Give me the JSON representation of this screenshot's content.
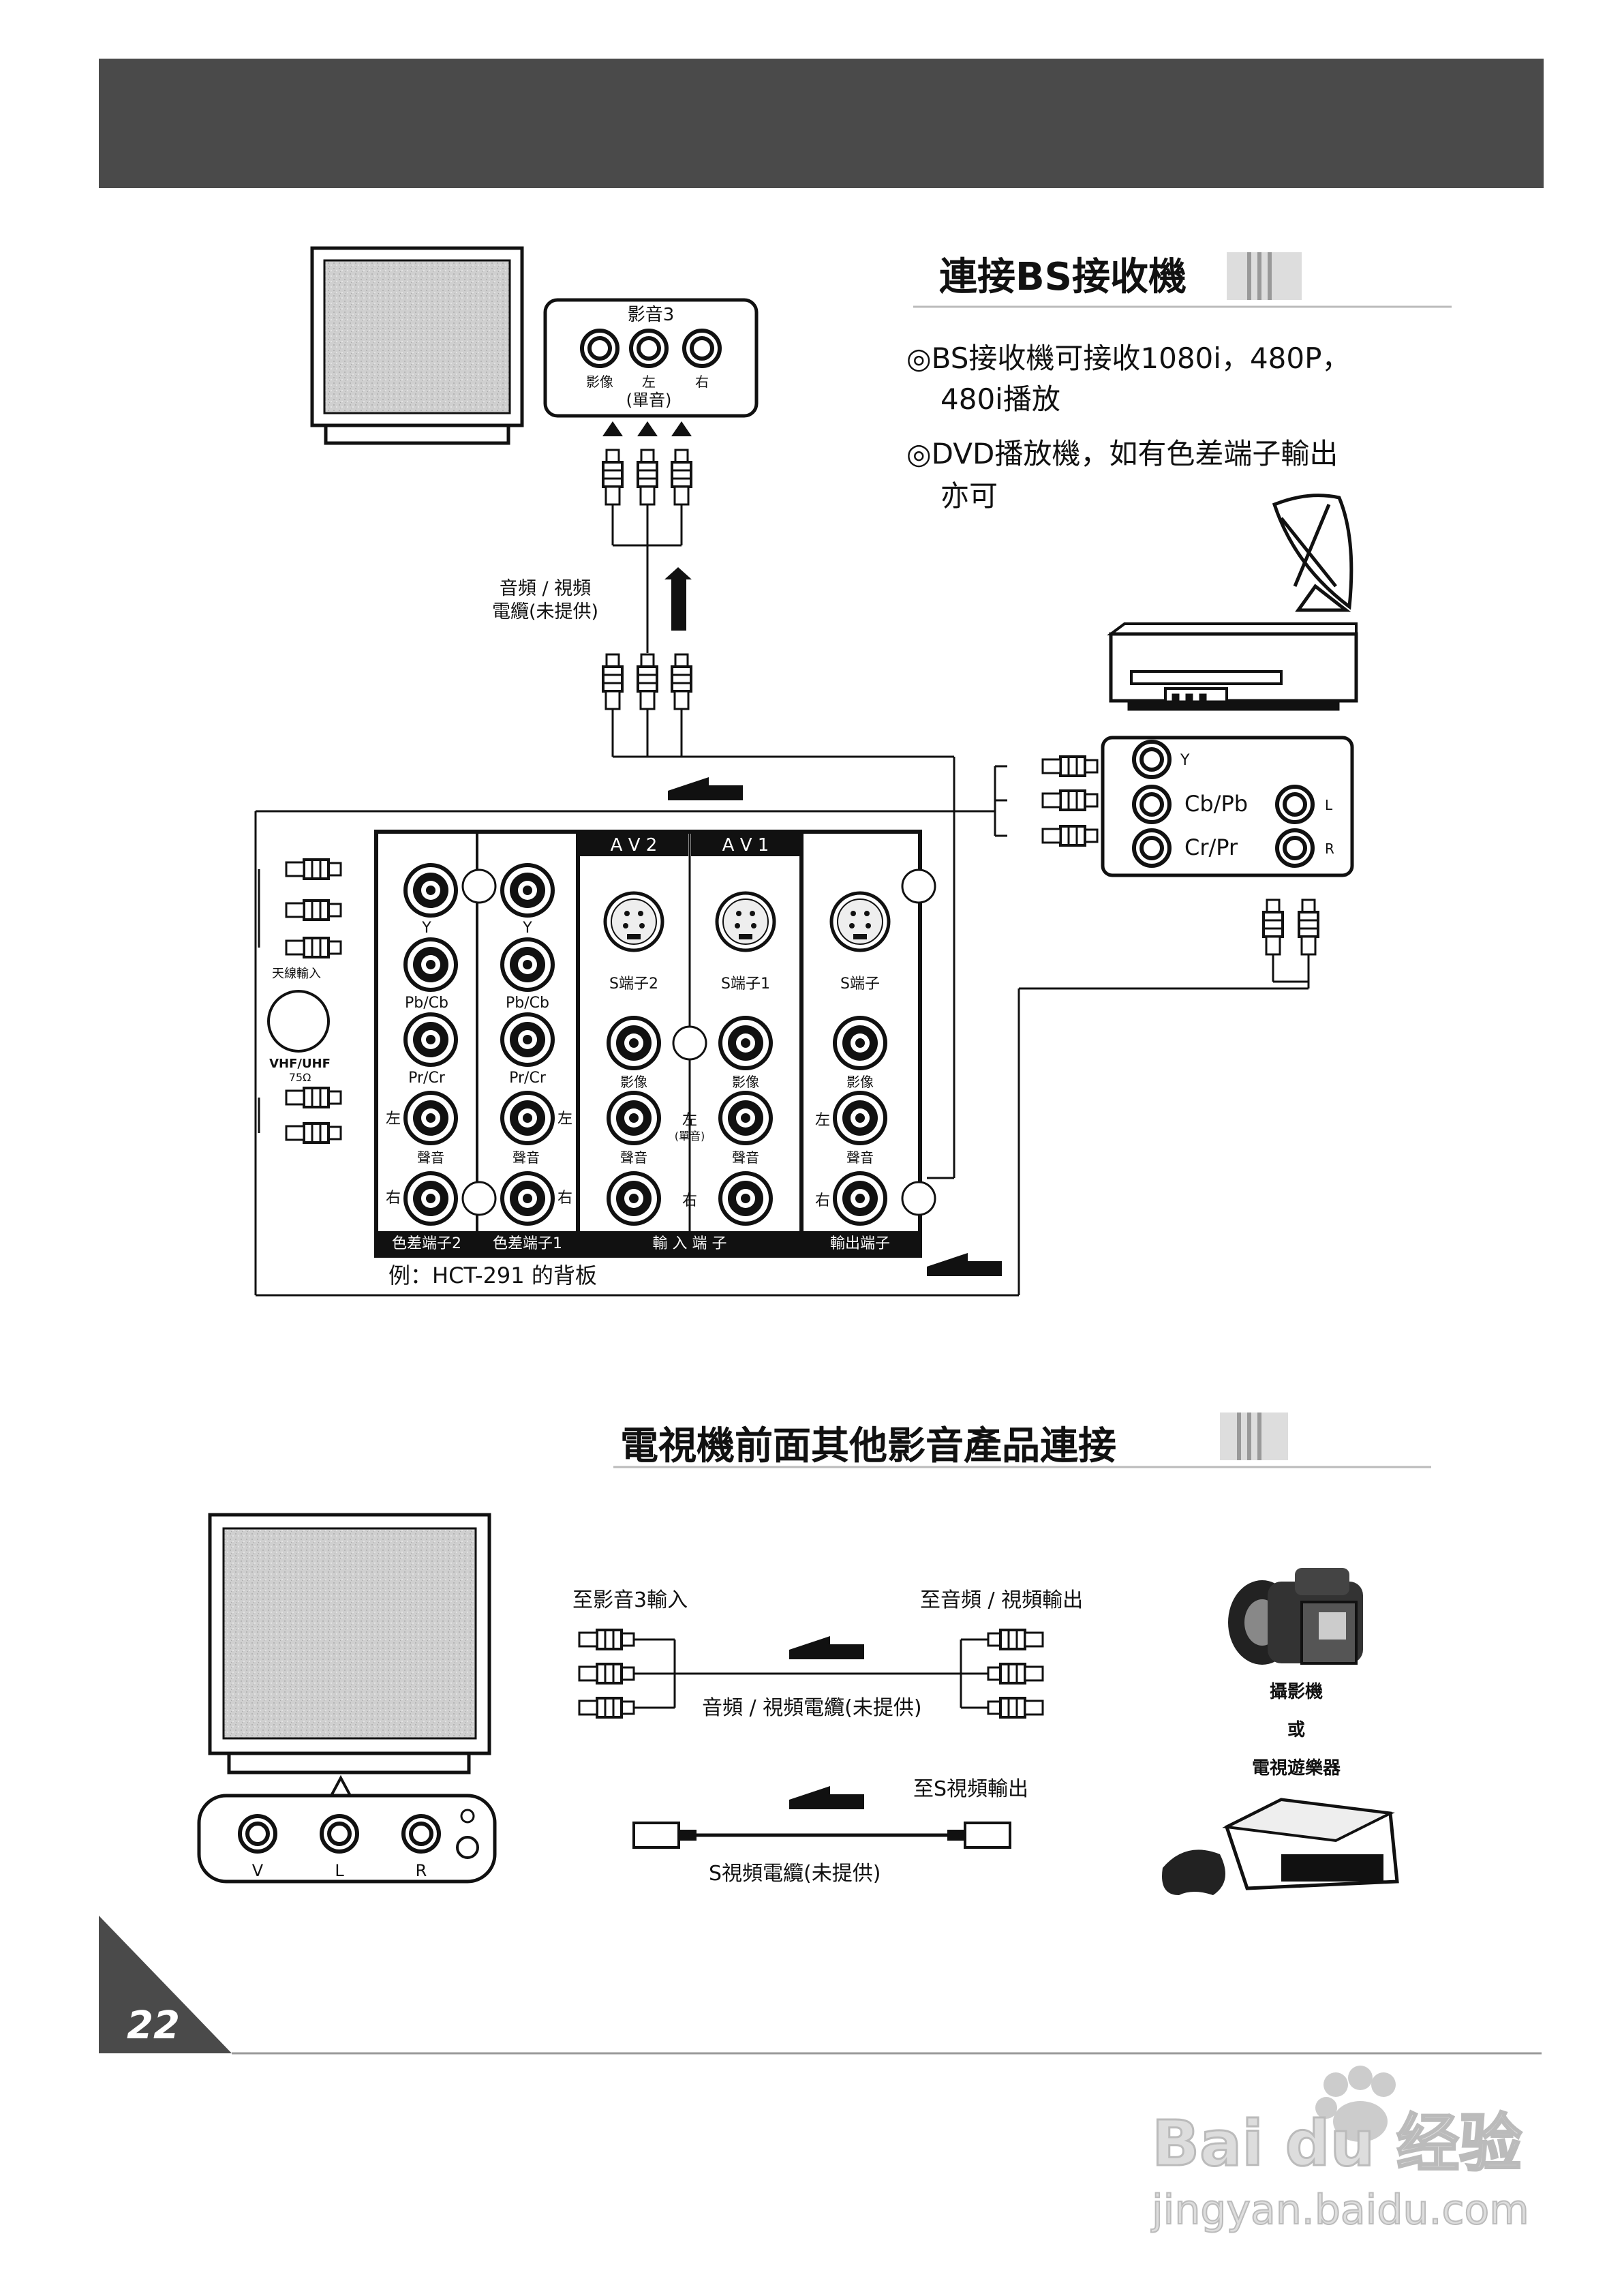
{
  "page": {
    "number": "22"
  },
  "section1": {
    "title": "連接BS接收機",
    "notes": [
      "◎BS接收機可接收1080i，480P，",
      "480i播放",
      "◎DVD播放機，如有色差端子輸出",
      "亦可"
    ],
    "tv_panel": {
      "title": "影音3",
      "jack_labels": [
        "影像",
        "左",
        "右"
      ],
      "mono_label": "(單音)"
    },
    "cable_label": [
      "音頻 / 視頻",
      "電纜(未提供)"
    ],
    "bs_receiver_jacks": {
      "y": "Y",
      "cb": "Cb/Pb",
      "cr": "Cr/Pr",
      "l": "L",
      "r": "R"
    },
    "antenna_label": "天線輸入",
    "vhf_label": [
      "VHF/UHF",
      "75Ω"
    ],
    "back_panel": {
      "av2": "A V 2",
      "av1": "A V 1",
      "y": "Y",
      "pb": "Pb/Cb",
      "pr": "Pr/Cr",
      "s_terminal_2": "S端子2",
      "s_terminal_1": "S端子1",
      "s_terminal": "S端子",
      "video": "影像",
      "left": "左",
      "right": "右",
      "mono": "(單音)",
      "audio": "聲音",
      "component2": "色差端子2",
      "component1": "色差端子1",
      "input": "輸 入 端 子",
      "output": "輸出端子"
    },
    "caption": "例：HCT-291 的背板"
  },
  "section2": {
    "title": "電視機前面其他影音產品連接",
    "front_jacks": [
      "V",
      "L",
      "R"
    ],
    "to_av3": "至影音3輸入",
    "to_av_out": "至音頻 / 視頻輸出",
    "av_cable": "音頻 / 視頻電纜(未提供)",
    "to_s_out": "至S視頻輸出",
    "s_cable": "S視頻電纜(未提供)",
    "camcorder": "攝影機",
    "or": "或",
    "game": "電視遊樂器"
  },
  "watermark": {
    "brand": "Bai du 经验",
    "url": "jingyan.baidu.com"
  }
}
